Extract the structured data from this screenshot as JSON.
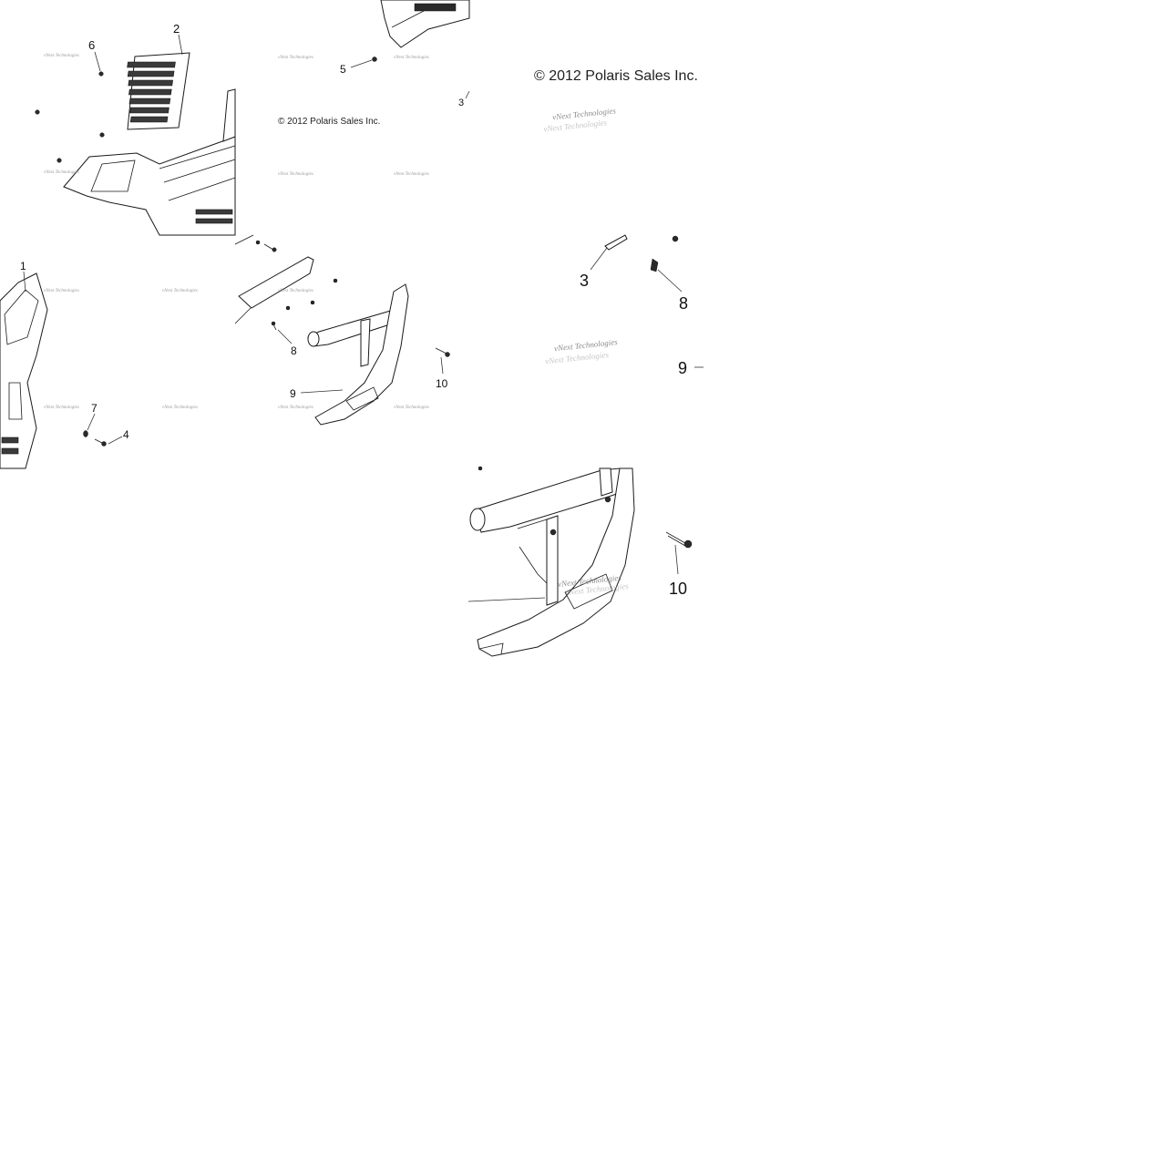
{
  "copyright": {
    "large": "© 2012 Polaris Sales Inc.",
    "small": "© 2012 Polaris Sales Inc."
  },
  "watermark": {
    "text": "vNext Technologies"
  },
  "callouts": {
    "c1": "1",
    "c2": "2",
    "c3_small": "3",
    "c3_large": "3",
    "c4": "4",
    "c5": "5",
    "c6": "6",
    "c7": "7",
    "c8_small": "8",
    "c8_large": "8",
    "c9_small": "9",
    "c9_large": "9",
    "c10_small": "10",
    "c10_large": "10"
  }
}
